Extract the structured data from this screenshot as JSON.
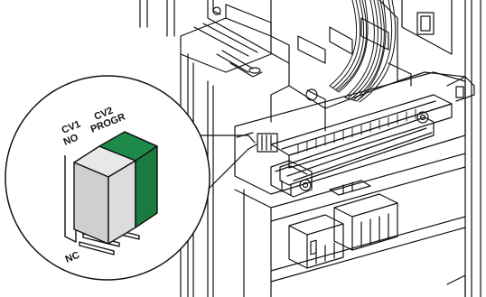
{
  "callout": {
    "labels": {
      "cv1": "CV1",
      "no": "NO",
      "cv2": "CV2",
      "progr": "PROGR",
      "nc": "NC"
    },
    "switch_state": "PROGR"
  },
  "colors": {
    "jumper_green": "#1e8a4a",
    "jumper_grey": "#cfcfcf",
    "line": "#111111"
  }
}
